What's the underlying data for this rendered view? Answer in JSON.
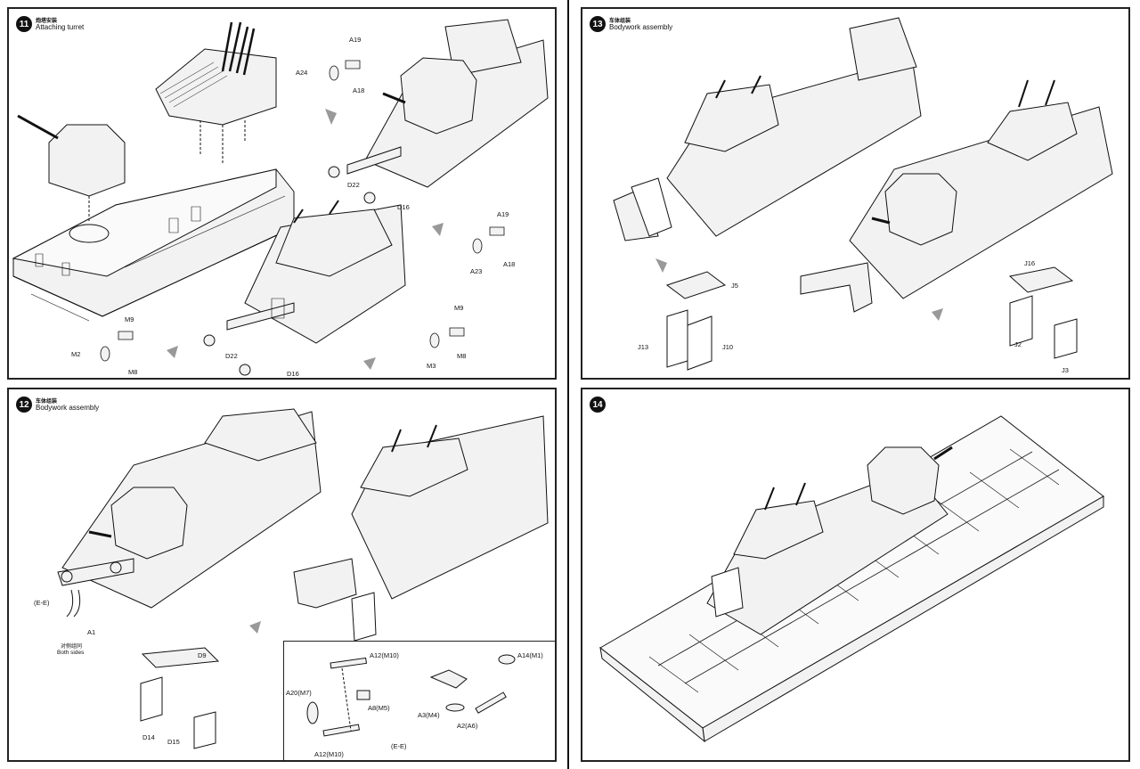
{
  "steps": [
    {
      "number": "11",
      "title_cn": "炮塔安装",
      "title_en": "Attaching turret",
      "labels": [
        "A19",
        "A24",
        "A18",
        "D22",
        "D16",
        "A19",
        "A23",
        "A18",
        "M9",
        "M2",
        "M8",
        "D22",
        "D16",
        "M9",
        "M3",
        "M8"
      ]
    },
    {
      "number": "12",
      "title_cn": "车体组装",
      "title_en": "Bodywork assembly",
      "labels": [
        "(E-E)",
        "A1",
        "对侧组同",
        "Both sides",
        "D9",
        "D14",
        "D15"
      ],
      "inset_labels": [
        "A12(M10)",
        "A20(M7)",
        "A8(M5)",
        "A12(M10)",
        "(E-E)",
        "A14(M1)",
        "A3(M4)",
        "A2(A6)"
      ]
    },
    {
      "number": "13",
      "title_cn": "车体组装",
      "title_en": "Bodywork assembly",
      "labels": [
        "J5",
        "J13",
        "J10",
        "J16",
        "J2",
        "J3"
      ]
    },
    {
      "number": "14"
    }
  ],
  "colors": {
    "ink": "#111111",
    "fill": "#f2f2f2",
    "arrow": "#999999"
  }
}
